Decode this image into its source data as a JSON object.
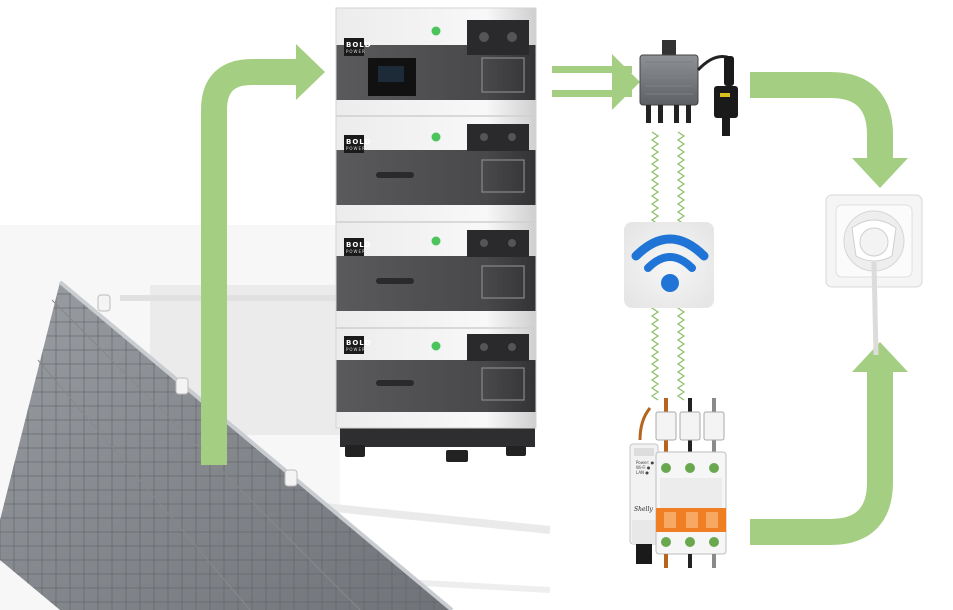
{
  "battery": {
    "brand_top": "BOLD",
    "brand_bottom": "POWER",
    "modules": 4
  },
  "relay": {
    "spec_lines": [
      "Power: ●",
      "Wi-Fi ●",
      "LAN ●"
    ],
    "brand": "Shelly"
  },
  "colors": {
    "arrow": "#a4cf83",
    "battery_dark": "#4b4b4d",
    "battery_light": "#e6e6e6",
    "breaker_orange": "#f07f24",
    "wifi_blue": "#1f74d6"
  },
  "icons": [
    "solar-panel-icon",
    "battery-storage-icon",
    "micro-inverter-icon",
    "wifi-icon",
    "smart-relay-icon",
    "circuit-breaker-icon",
    "wall-socket-icon",
    "plug-icon"
  ]
}
